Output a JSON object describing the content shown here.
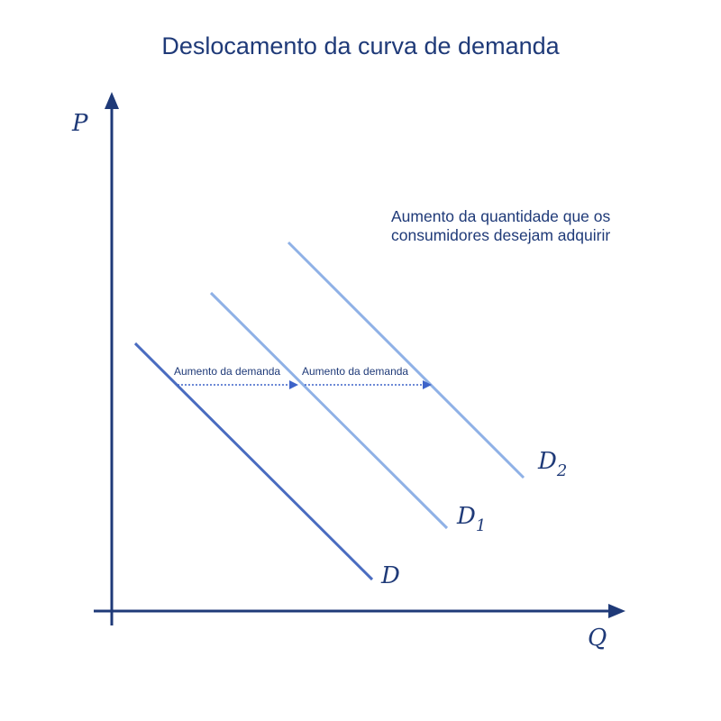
{
  "title": "Deslocamento da curva de demanda",
  "note_lines": [
    "Aumento da quantidade que os",
    "consumidores desejam adquirir"
  ],
  "axes": {
    "y_label": "P",
    "x_label": "Q"
  },
  "curves": [
    {
      "name": "D",
      "label": "D",
      "subscript": ""
    },
    {
      "name": "D1",
      "label": "D",
      "subscript": "1"
    },
    {
      "name": "D2",
      "label": "D",
      "subscript": "2"
    }
  ],
  "shift_labels": [
    "Aumento da demanda",
    "Aumento da demanda"
  ],
  "colors": {
    "axis": "#1f3a78",
    "curve_d": "#4a6cc0",
    "curve_shifted": "#8fb1e6",
    "arrow": "#3d63c9",
    "text": "#1f3a78"
  }
}
